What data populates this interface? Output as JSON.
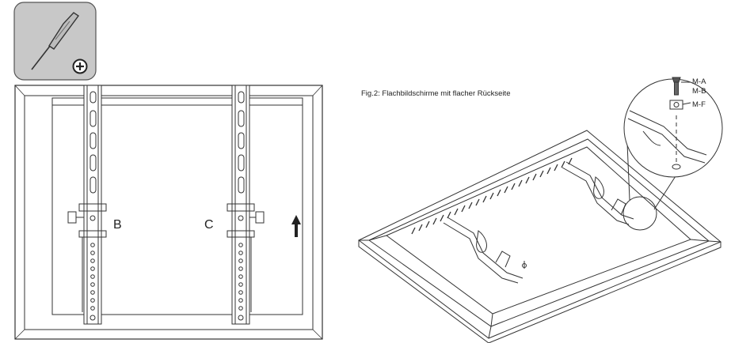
{
  "tool_icon": {
    "name": "screwdriver-icon",
    "badge": "plus-circle-icon",
    "bg": "#c8c8c8"
  },
  "left_figure": {
    "label_b": "B",
    "label_c": "C",
    "arrow_icon": "arrow-up-icon"
  },
  "right_figure": {
    "caption": "Fig.2: Flachbildschirme mit flacher Rückseite",
    "parts": [
      "M-A",
      "M-B",
      "M-F"
    ]
  },
  "colors": {
    "line": "#333333",
    "screen": "#ffffff"
  }
}
